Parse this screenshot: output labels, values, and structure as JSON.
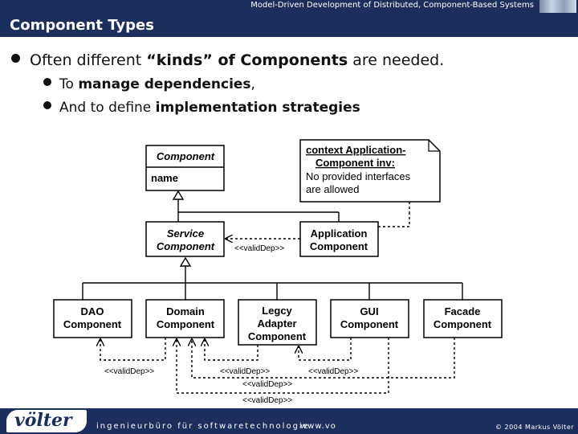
{
  "header": {
    "running_title": "Model-Driven Development of Distributed, Component-Based Systems"
  },
  "slide": {
    "title": "Component Types",
    "bullet1": {
      "pre": "Often different ",
      "bold": "“kinds” of Components",
      "post": " are needed."
    },
    "bullet2": {
      "pre": "To ",
      "bold": "manage dependencies",
      "post": ","
    },
    "bullet3": {
      "pre": "And to define ",
      "bold": "implementation strategies",
      "post": ""
    }
  },
  "diagram": {
    "component_class": {
      "name": "Component",
      "attribute": "name"
    },
    "note": {
      "line1": "context Application-",
      "line2": "Component inv:",
      "line3": "No provided interfaces",
      "line4": "are allowed"
    },
    "service": {
      "line1": "Service",
      "line2": "Component"
    },
    "application": {
      "line1": "Application",
      "line2": "Component"
    },
    "dao": {
      "line1": "DAO",
      "line2": "Component"
    },
    "domain": {
      "line1": "Domain",
      "line2": "Component"
    },
    "legacy": {
      "line1": "Legcy",
      "line2": "Adapter",
      "line3": "Component"
    },
    "gui": {
      "line1": "GUI",
      "line2": "Component"
    },
    "facade": {
      "line1": "Facade",
      "line2": "Component"
    },
    "dep_label": "<<validDep>>"
  },
  "footer": {
    "logo": "völter",
    "company": "ingenieurbüro für softwaretechnologie",
    "url": "www.vo",
    "copyright": "© 2004 Markus Völter"
  }
}
